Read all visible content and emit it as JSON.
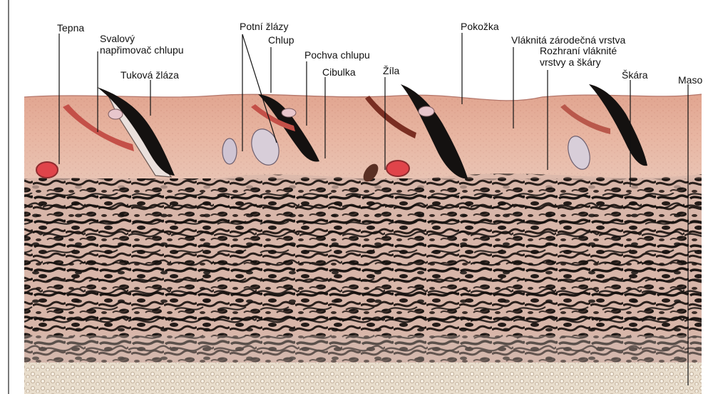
{
  "labels": {
    "tepna": "Tepna",
    "svalovy_line1": "Svalový",
    "svalovy_line2": "napřimovač chlupu",
    "tukova": "Tuková žláza",
    "potni": "Potní žlázy",
    "chlup": "Chlup",
    "pochva": "Pochva chlupu",
    "cibulka": "Cibulka",
    "zila": "Žíla",
    "pokozka": "Pokožka",
    "vlaknita": "Vláknitá zárodečná vrstva",
    "rozhrani_line1": "Rozhraní vláknité",
    "rozhrani_line2": "vrstvy a škáry",
    "skara": "Škára",
    "maso": "Maso"
  },
  "colors": {
    "epidermis": "#e7b4a0",
    "dermis_fiber": "#1c1714",
    "dermis_bg": "#d9b9ac",
    "artery": "#e0444a",
    "hair": "#141110",
    "fat": "#ece4d6"
  }
}
